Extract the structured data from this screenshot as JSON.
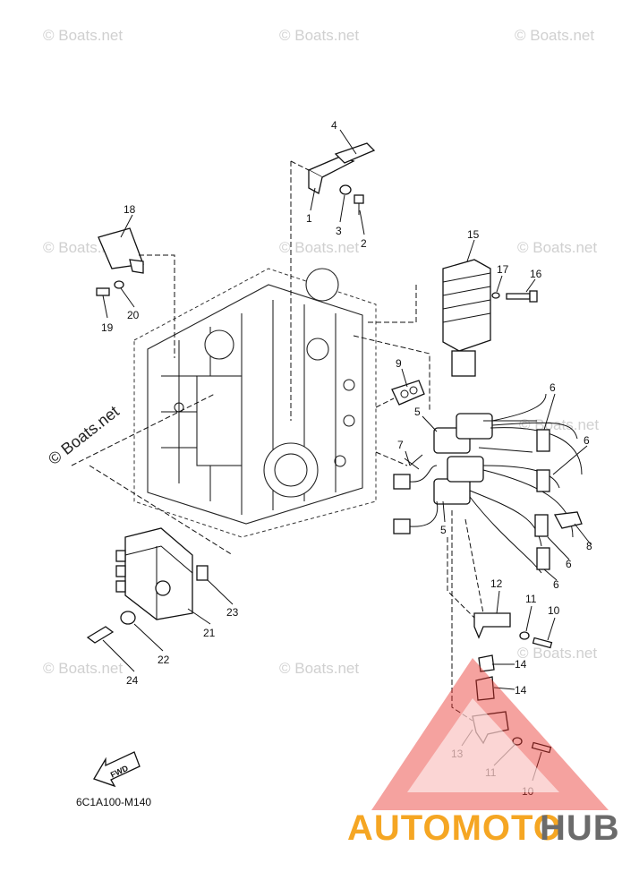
{
  "diagram_code": "6C1A100-M140",
  "fwd_label": "FWD",
  "watermarks": [
    "© Boats.net",
    "© Boats.net",
    "© Boats.net",
    "© Boats.net",
    "© Boats.net",
    "© Boats.net",
    "© Boats.net",
    "© Boats.net",
    "© Boats.net",
    "© Boats.net",
    "© Boats.net"
  ],
  "logo": {
    "text_a": "AUTOMOTO",
    "text_b": "HUB",
    "color_a": "#f5a623",
    "color_b": "#6b6b6b",
    "triangle_color": "#e8302a"
  },
  "callouts": [
    {
      "id": "c1",
      "label": "1"
    },
    {
      "id": "c2",
      "label": "2"
    },
    {
      "id": "c3",
      "label": "3"
    },
    {
      "id": "c4",
      "label": "4"
    },
    {
      "id": "c5a",
      "label": "5"
    },
    {
      "id": "c5b",
      "label": "5"
    },
    {
      "id": "c6a",
      "label": "6"
    },
    {
      "id": "c6b",
      "label": "6"
    },
    {
      "id": "c6c",
      "label": "6"
    },
    {
      "id": "c6d",
      "label": "6"
    },
    {
      "id": "c7",
      "label": "7"
    },
    {
      "id": "c8",
      "label": "8"
    },
    {
      "id": "c9",
      "label": "9"
    },
    {
      "id": "c10a",
      "label": "10"
    },
    {
      "id": "c10b",
      "label": "10"
    },
    {
      "id": "c11a",
      "label": "11"
    },
    {
      "id": "c11b",
      "label": "11"
    },
    {
      "id": "c12",
      "label": "12"
    },
    {
      "id": "c13",
      "label": "13"
    },
    {
      "id": "c14a",
      "label": "14"
    },
    {
      "id": "c14b",
      "label": "14"
    },
    {
      "id": "c15",
      "label": "15"
    },
    {
      "id": "c16",
      "label": "16"
    },
    {
      "id": "c17",
      "label": "17"
    },
    {
      "id": "c18",
      "label": "18"
    },
    {
      "id": "c19",
      "label": "19"
    },
    {
      "id": "c20",
      "label": "20"
    },
    {
      "id": "c21",
      "label": "21"
    },
    {
      "id": "c22",
      "label": "22"
    },
    {
      "id": "c23",
      "label": "23"
    },
    {
      "id": "c24",
      "label": "24"
    }
  ]
}
